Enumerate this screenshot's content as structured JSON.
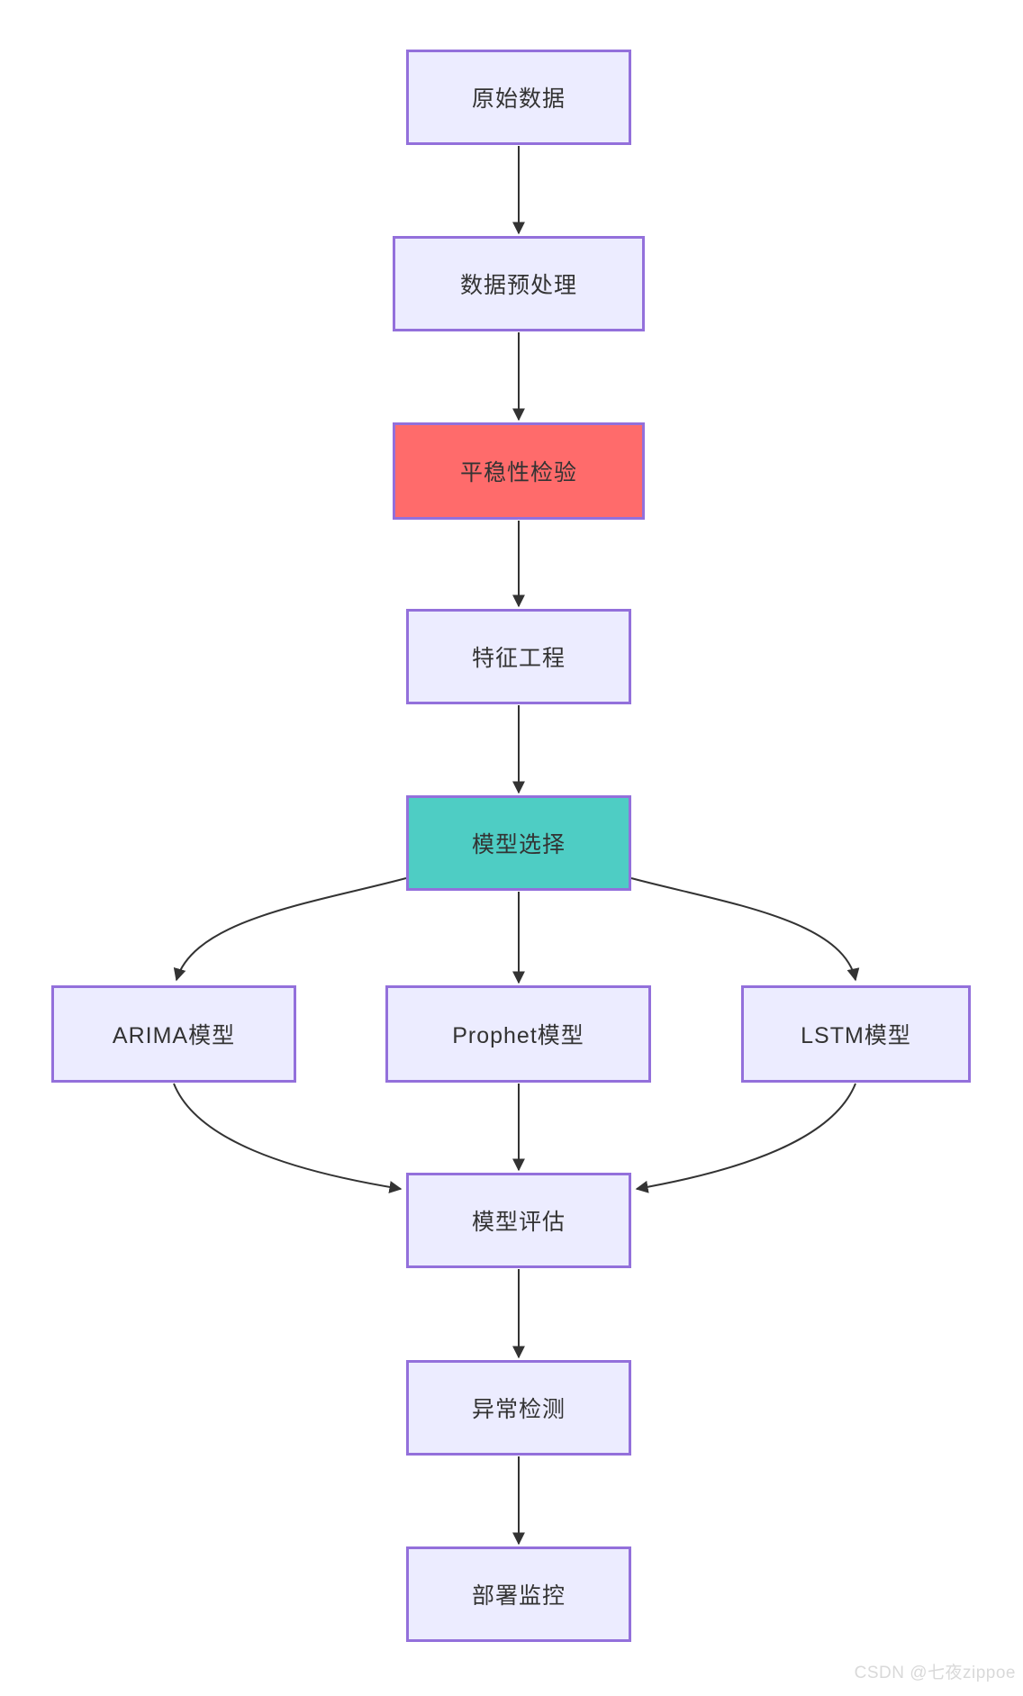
{
  "diagram": {
    "type": "flowchart",
    "direction": "top-down",
    "description_labels": []
  },
  "colors": {
    "node_fill_default": "#ECECFF",
    "node_border": "#9370DB",
    "node_fill_red": "#FF6B6B",
    "node_fill_teal": "#4ECDC4",
    "node_text": "#333333",
    "edge_stroke": "#333333",
    "watermark_text_color": "#d9d9d9",
    "background": "#ffffff"
  },
  "nodes": [
    {
      "id": "raw-data",
      "label": "原始数据",
      "type": "default",
      "fill": "#ECECFF",
      "border": "#9370DB",
      "text_color": "#333333"
    },
    {
      "id": "preprocessing",
      "label": "数据预处理",
      "type": "default",
      "fill": "#ECECFF",
      "border": "#9370DB",
      "text_color": "#333333"
    },
    {
      "id": "stationarity-test",
      "label": "平稳性检验",
      "type": "highlight-red",
      "fill": "#FF6B6B",
      "border": "#9370DB",
      "text_color": "#333333"
    },
    {
      "id": "feature-engineering",
      "label": "特征工程",
      "type": "default",
      "fill": "#ECECFF",
      "border": "#9370DB",
      "text_color": "#333333"
    },
    {
      "id": "model-selection",
      "label": "模型选择",
      "type": "highlight-teal",
      "fill": "#4ECDC4",
      "border": "#9370DB",
      "text_color": "#333333"
    },
    {
      "id": "arima-model",
      "label": "ARIMA模型",
      "type": "default",
      "fill": "#ECECFF",
      "border": "#9370DB",
      "text_color": "#333333"
    },
    {
      "id": "prophet-model",
      "label": "Prophet模型",
      "type": "default",
      "fill": "#ECECFF",
      "border": "#9370DB",
      "text_color": "#333333"
    },
    {
      "id": "lstm-model",
      "label": "LSTM模型",
      "type": "default",
      "fill": "#ECECFF",
      "border": "#9370DB",
      "text_color": "#333333"
    },
    {
      "id": "model-evaluation",
      "label": "模型评估",
      "type": "default",
      "fill": "#ECECFF",
      "border": "#9370DB",
      "text_color": "#333333"
    },
    {
      "id": "anomaly-detection",
      "label": "异常检测",
      "type": "default",
      "fill": "#ECECFF",
      "border": "#9370DB",
      "text_color": "#333333"
    },
    {
      "id": "deployment-monitoring",
      "label": "部署监控",
      "type": "default",
      "fill": "#ECECFF",
      "border": "#9370DB",
      "text_color": "#333333"
    }
  ],
  "edges": [
    {
      "from": "raw-data",
      "to": "preprocessing"
    },
    {
      "from": "preprocessing",
      "to": "stationarity-test"
    },
    {
      "from": "stationarity-test",
      "to": "feature-engineering"
    },
    {
      "from": "feature-engineering",
      "to": "model-selection"
    },
    {
      "from": "model-selection",
      "to": "arima-model"
    },
    {
      "from": "model-selection",
      "to": "prophet-model"
    },
    {
      "from": "model-selection",
      "to": "lstm-model"
    },
    {
      "from": "arima-model",
      "to": "model-evaluation"
    },
    {
      "from": "prophet-model",
      "to": "model-evaluation"
    },
    {
      "from": "lstm-model",
      "to": "model-evaluation"
    },
    {
      "from": "model-evaluation",
      "to": "anomaly-detection"
    },
    {
      "from": "anomaly-detection",
      "to": "deployment-monitoring"
    }
  ],
  "watermark": {
    "text": "CSDN @七夜zippoe"
  }
}
